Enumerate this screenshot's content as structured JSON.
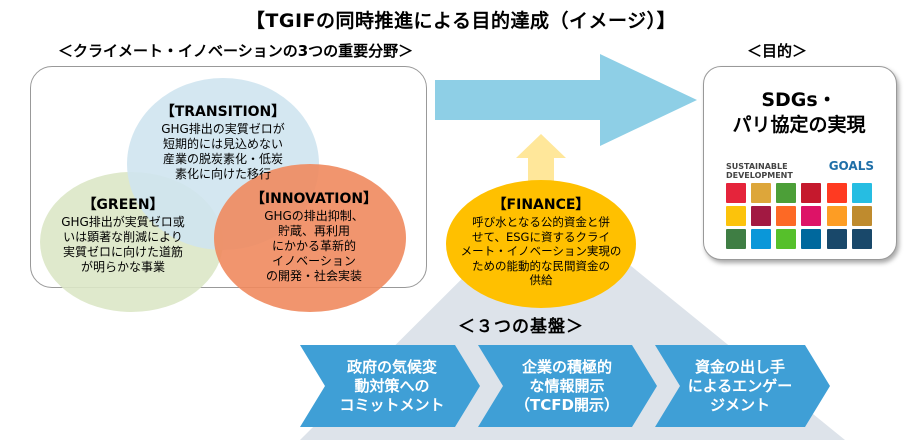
{
  "title": "【TGIFの同時推進による目的達成（イメージ）】",
  "left_section": {
    "header": "＜クライメート・イノベーションの3つの重要分野＞",
    "transition": {
      "title": "【TRANSITION】",
      "lines": [
        "GHG排出の実質ゼロが",
        "短期的には見込めない",
        "産業の脱炭素化・低炭",
        "素化に向けた移行"
      ]
    },
    "green": {
      "title": "【GREEN】",
      "lines": [
        "GHG排出が実質ゼロ或",
        "いは顕著な削減により",
        "実質ゼロに向けた道筋",
        "が明らかな事業"
      ]
    },
    "innovation": {
      "title": "【INNOVATION】",
      "lines": [
        "GHGの排出抑制、",
        "貯蔵、再利用",
        "にかかる革新的",
        "イノベーション",
        "の開発・社会実装"
      ]
    }
  },
  "finance": {
    "title": "【FINANCE】",
    "lines": [
      "呼び水となる公的資金と併",
      "せて、ESGに資するクライ",
      "メート・イノベーション実現の",
      "ための能動的な民間資金の",
      "供給"
    ]
  },
  "right_section": {
    "header": "＜目的＞",
    "title_lines": [
      "SDGs・",
      "パリ協定の実現"
    ],
    "goals_small": "SUSTAINABLE DEVELOPMENT",
    "goals_big": "GOALS"
  },
  "foundations": {
    "header": "＜３つの基盤＞",
    "items": [
      {
        "lines": [
          "政府の気候変",
          "動対策への",
          "コミットメント"
        ]
      },
      {
        "lines": [
          "企業の積極的",
          "な情報開示",
          "（TCFD開示）"
        ]
      },
      {
        "lines": [
          "資金の出し手",
          "によるエンゲー",
          "ジメント"
        ]
      }
    ]
  },
  "colors": {
    "arrow": "#8ecfe6",
    "triangle": "#dde3ea",
    "chevron": "#3f9fd6",
    "finance": "#ffc000",
    "up_arrow": "#ffe79a"
  },
  "sdg_tile_colors": [
    "#e5243b",
    "#dda63a",
    "#4c9f38",
    "#c5192d",
    "#ff3a21",
    "#26bde2",
    "#fcc30b",
    "#a21942",
    "#fd6925",
    "#dd1367",
    "#fd9d24",
    "#bf8b2e",
    "#3f7e44",
    "#0a97d9",
    "#56c02b",
    "#00689d",
    "#19486a",
    "#19486a"
  ]
}
